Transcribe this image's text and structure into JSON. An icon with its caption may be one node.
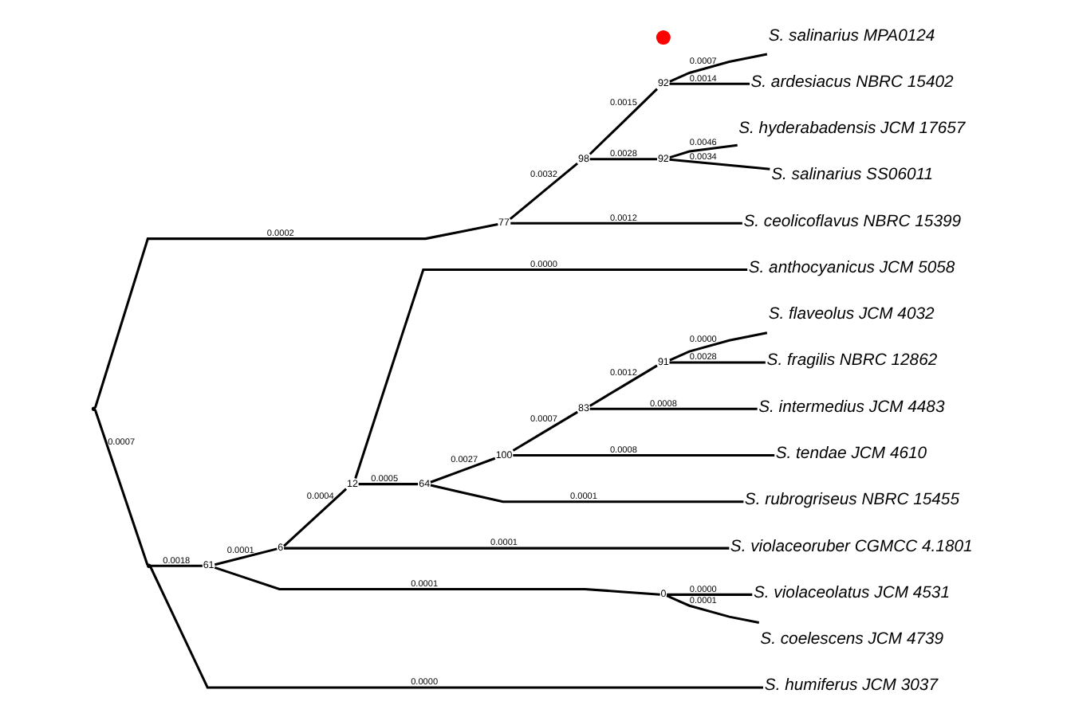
{
  "diagram": {
    "nodes": [
      {
        "text": [],
        "shape": "point"
      },
      {
        "text": [],
        "shape": "point",
        "beside": [
          "77"
        ]
      },
      {
        "text": [],
        "shape": "point",
        "beside": [
          "98"
        ]
      },
      {
        "text": [],
        "shape": "point",
        "beside": [
          "92"
        ]
      },
      {
        "text": [],
        "shape": "circle"
      },
      {
        "text": [
          "S. salinarius MPA0124"
        ]
      },
      {
        "text": [
          "S. ardesiacus NBRC 15402"
        ]
      },
      {
        "text": [],
        "shape": "point",
        "beside": [
          "92"
        ]
      },
      {
        "text": [
          "S. hyderabadensis JCM 17657"
        ]
      },
      {
        "text": [
          "S. salinarius SS06011"
        ]
      },
      {
        "text": [
          "S. ceolicoflavus NBRC 15399"
        ]
      },
      {
        "text": [],
        "shape": "point"
      },
      {
        "text": [],
        "shape": "point",
        "beside": [
          "61"
        ]
      },
      {
        "text": [],
        "shape": "point",
        "beside": [
          "6"
        ]
      },
      {
        "text": [],
        "shape": "point",
        "beside": [
          "12"
        ]
      },
      {
        "text": [
          "S. anthocyanicus JCM 5058"
        ]
      },
      {
        "text": [],
        "shape": "point",
        "beside": [
          "64"
        ]
      },
      {
        "text": [],
        "shape": "point",
        "beside": [
          "100"
        ]
      },
      {
        "text": [],
        "shape": "point",
        "beside": [
          "83"
        ]
      },
      {
        "text": [],
        "shape": "point",
        "beside": [
          "91"
        ]
      },
      {
        "text": [
          "S. flaveolus JCM 4032"
        ]
      },
      {
        "text": [
          "S. fragilis NBRC 12862"
        ]
      },
      {
        "text": [
          "S. intermedius JCM 4483"
        ]
      },
      {
        "text": [
          "S. tendae JCM 4610"
        ]
      },
      {
        "text": [
          "S. rubrogriseus NBRC 15455"
        ]
      },
      {
        "text": [
          "S. violaceoruber CGMCC 4.1801"
        ]
      },
      {
        "text": [],
        "shape": "point",
        "beside": [
          "0"
        ]
      },
      {
        "text": [
          "S. violaceolatus JCM 4531"
        ]
      },
      {
        "text": [
          "S. coelescens JCM 4739"
        ]
      },
      {
        "text": [
          "S. humiferus JCM 3037"
        ]
      }
    ],
    "edges": [
      {
        "from": 0,
        "to": 1,
        "arrow": "none",
        "label": "0.0002"
      },
      {
        "from": 1,
        "to": 2,
        "arrow": "none",
        "label": "0.0032"
      },
      {
        "from": 2,
        "to": 3,
        "arrow": "none",
        "label": "0.0015"
      },
      {
        "from": 3,
        "to": 5,
        "arrow": "none",
        "label": "0.0007"
      },
      {
        "from": 3,
        "to": 6,
        "arrow": "none",
        "label": "0.0014"
      },
      {
        "from": 2,
        "to": 7,
        "arrow": "none",
        "label": "0.0028"
      },
      {
        "from": 7,
        "to": 8,
        "arrow": "none",
        "label": "0.0046"
      },
      {
        "from": 7,
        "to": 9,
        "arrow": "none",
        "label": "0.0034"
      },
      {
        "from": 1,
        "to": 10,
        "arrow": "none",
        "label": "0.0012"
      },
      {
        "from": 0,
        "to": 11,
        "arrow": "none",
        "label": "0.0007"
      },
      {
        "from": 11,
        "to": 12,
        "arrow": "none",
        "label": "0.0018"
      },
      {
        "from": 12,
        "to": 13,
        "arrow": "none",
        "label": "0.0001"
      },
      {
        "from": 13,
        "to": 14,
        "arrow": "none",
        "label": "0.0004"
      },
      {
        "from": 14,
        "to": 15,
        "arrow": "none",
        "label": "0.0000"
      },
      {
        "from": 14,
        "to": 16,
        "arrow": "none",
        "label": "0.0005"
      },
      {
        "from": 16,
        "to": 17,
        "arrow": "none",
        "label": "0.0027"
      },
      {
        "from": 17,
        "to": 18,
        "arrow": "none",
        "label": "0.0007"
      },
      {
        "from": 18,
        "to": 19,
        "arrow": "none",
        "label": "0.0012"
      },
      {
        "from": 19,
        "to": 20,
        "arrow": "none",
        "label": "0.0000"
      },
      {
        "from": 19,
        "to": 21,
        "arrow": "none",
        "label": "0.0028"
      },
      {
        "from": 18,
        "to": 22,
        "arrow": "none",
        "label": "0.0008"
      },
      {
        "from": 17,
        "to": 23,
        "arrow": "none",
        "label": "0.0008"
      },
      {
        "from": 16,
        "to": 24,
        "arrow": "none",
        "label": "0.0001"
      },
      {
        "from": 13,
        "to": 25,
        "arrow": "none",
        "label": "0.0001"
      },
      {
        "from": 12,
        "to": 26,
        "arrow": "none",
        "label": "0.0001"
      },
      {
        "from": 26,
        "to": 27,
        "arrow": "none",
        "label": "0.0000"
      },
      {
        "from": 26,
        "to": 28,
        "arrow": "none",
        "label": "0.0001"
      },
      {
        "from": 11,
        "to": 29,
        "arrow": "none",
        "label": "0.0000"
      }
    ]
  }
}
